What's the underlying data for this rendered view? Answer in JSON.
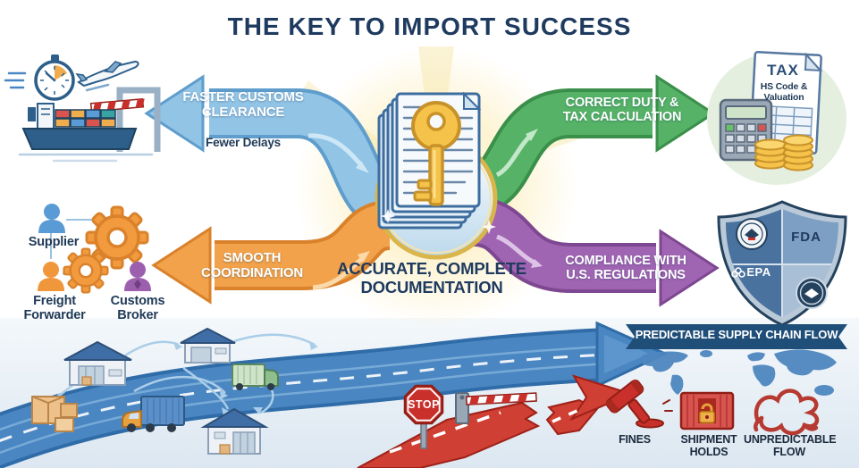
{
  "title": "THE KEY TO IMPORT SUCCESS",
  "center": {
    "label": "ACCURATE, COMPLETE\nDOCUMENTATION"
  },
  "benefits": {
    "faster_customs": {
      "label": "FASTER CUSTOMS\nCLEARANCE",
      "sublabel": "Fewer Delays",
      "color": "#92c4e6"
    },
    "correct_duty": {
      "label": "CORRECT DUTY &\nTAX CALCULATION",
      "color": "#55b266"
    },
    "smooth_coordination": {
      "label": "SMOOTH\nCOORDINATION",
      "color": "#f19a3e"
    },
    "compliance": {
      "label": "COMPLIANCE WITH\nU.S. REGULATIONS",
      "color": "#9c5fae"
    }
  },
  "partners": {
    "supplier": "Supplier",
    "freight_forwarder": "Freight\nForwarder",
    "customs_broker": "Customs\nBroker"
  },
  "tax_document": {
    "heading": "TAX",
    "subheading": "HS Code &\nValuation"
  },
  "regulators": {
    "fda": "FDA",
    "epa": "EPA"
  },
  "supply_chain": {
    "banner": "PREDICTABLE SUPPLY CHAIN FLOW",
    "stop_sign": "STOP",
    "risks": [
      {
        "label": "FINES"
      },
      {
        "label": "SHIPMENT\nHOLDS"
      },
      {
        "label": "UNPREDICTABLE\nFLOW"
      }
    ]
  },
  "icons": [
    "stopwatch",
    "airplane",
    "cargo-ship",
    "customs-gate",
    "supplier-person",
    "freight-forwarder-person",
    "customs-broker-person",
    "gears",
    "documents-with-key",
    "tax-document",
    "calculator",
    "coins",
    "regulatory-shield",
    "cbp-seal",
    "fda-logo",
    "epa-logo",
    "dhs-seal",
    "warehouses",
    "trucks",
    "boxes",
    "world-map",
    "stop-sign",
    "barrier-gate",
    "gavel",
    "locked-container",
    "tangled-line"
  ],
  "colors": {
    "title_navy": "#1e3a5f",
    "banner_bg": "#1f4e79",
    "risk_red": "#c9302c",
    "road_blue": "#4a86c2",
    "key_gold": "#f5c24a"
  }
}
